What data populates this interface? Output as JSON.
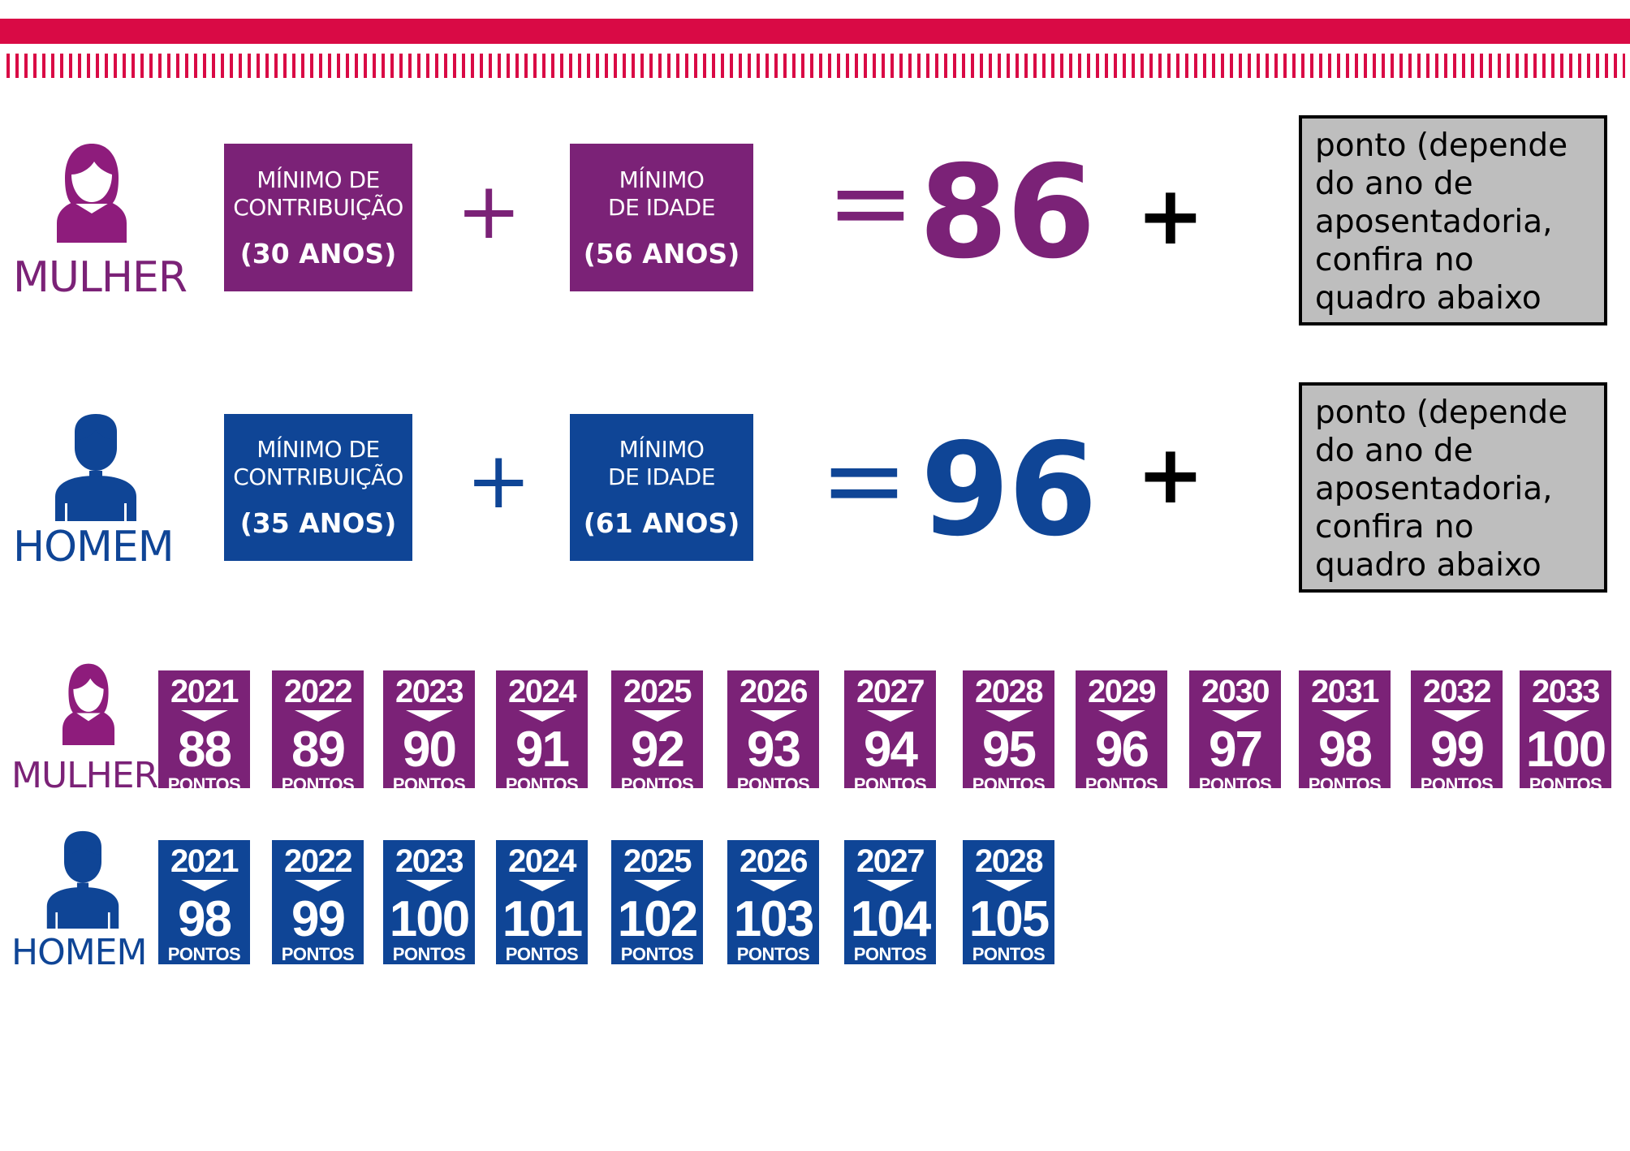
{
  "colors": {
    "red": "#d90a45",
    "purple": "#7b2277",
    "purple_icon": "#8e1c7c",
    "blue": "#0f4596",
    "gray": "#bebebe"
  },
  "mulher": {
    "label": "MULHER",
    "contrib_label_1": "MÍNIMO DE",
    "contrib_label_2": "CONTRIBUIÇÃO",
    "contrib_value": "(30 ANOS)",
    "age_label_1": "MÍNIMO",
    "age_label_2": "DE IDADE",
    "age_value": "(56 ANOS)",
    "plus": "+",
    "equals": "=",
    "total": "86",
    "plus2": "+",
    "note": "ponto (depende do ano de aposentadoria, confira no quadro abaixo"
  },
  "homem": {
    "label": "HOMEM",
    "contrib_label_1": "MÍNIMO DE",
    "contrib_label_2": "CONTRIBUIÇÃO",
    "contrib_value": "(35 ANOS)",
    "age_label_1": "MÍNIMO",
    "age_label_2": "DE IDADE",
    "age_value": "(61 ANOS)",
    "plus": "+",
    "equals": "=",
    "total": "96",
    "plus2": "+",
    "note": "ponto (depende do ano de aposentadoria, confira no quadro abaixo"
  },
  "table": {
    "mulher_label": "MULHER",
    "homem_label": "HOMEM",
    "unit": "PONTOS",
    "mulher": [
      {
        "year": "2021",
        "points": "88"
      },
      {
        "year": "2022",
        "points": "89"
      },
      {
        "year": "2023",
        "points": "90"
      },
      {
        "year": "2024",
        "points": "91"
      },
      {
        "year": "2025",
        "points": "92"
      },
      {
        "year": "2026",
        "points": "93"
      },
      {
        "year": "2027",
        "points": "94"
      },
      {
        "year": "2028",
        "points": "95"
      },
      {
        "year": "2029",
        "points": "96"
      },
      {
        "year": "2030",
        "points": "97"
      },
      {
        "year": "2031",
        "points": "98"
      },
      {
        "year": "2032",
        "points": "99"
      },
      {
        "year": "2033",
        "points": "100"
      }
    ],
    "homem": [
      {
        "year": "2021",
        "points": "98"
      },
      {
        "year": "2022",
        "points": "99"
      },
      {
        "year": "2023",
        "points": "100"
      },
      {
        "year": "2024",
        "points": "101"
      },
      {
        "year": "2025",
        "points": "102"
      },
      {
        "year": "2026",
        "points": "103"
      },
      {
        "year": "2027",
        "points": "104"
      },
      {
        "year": "2028",
        "points": "105"
      }
    ]
  }
}
